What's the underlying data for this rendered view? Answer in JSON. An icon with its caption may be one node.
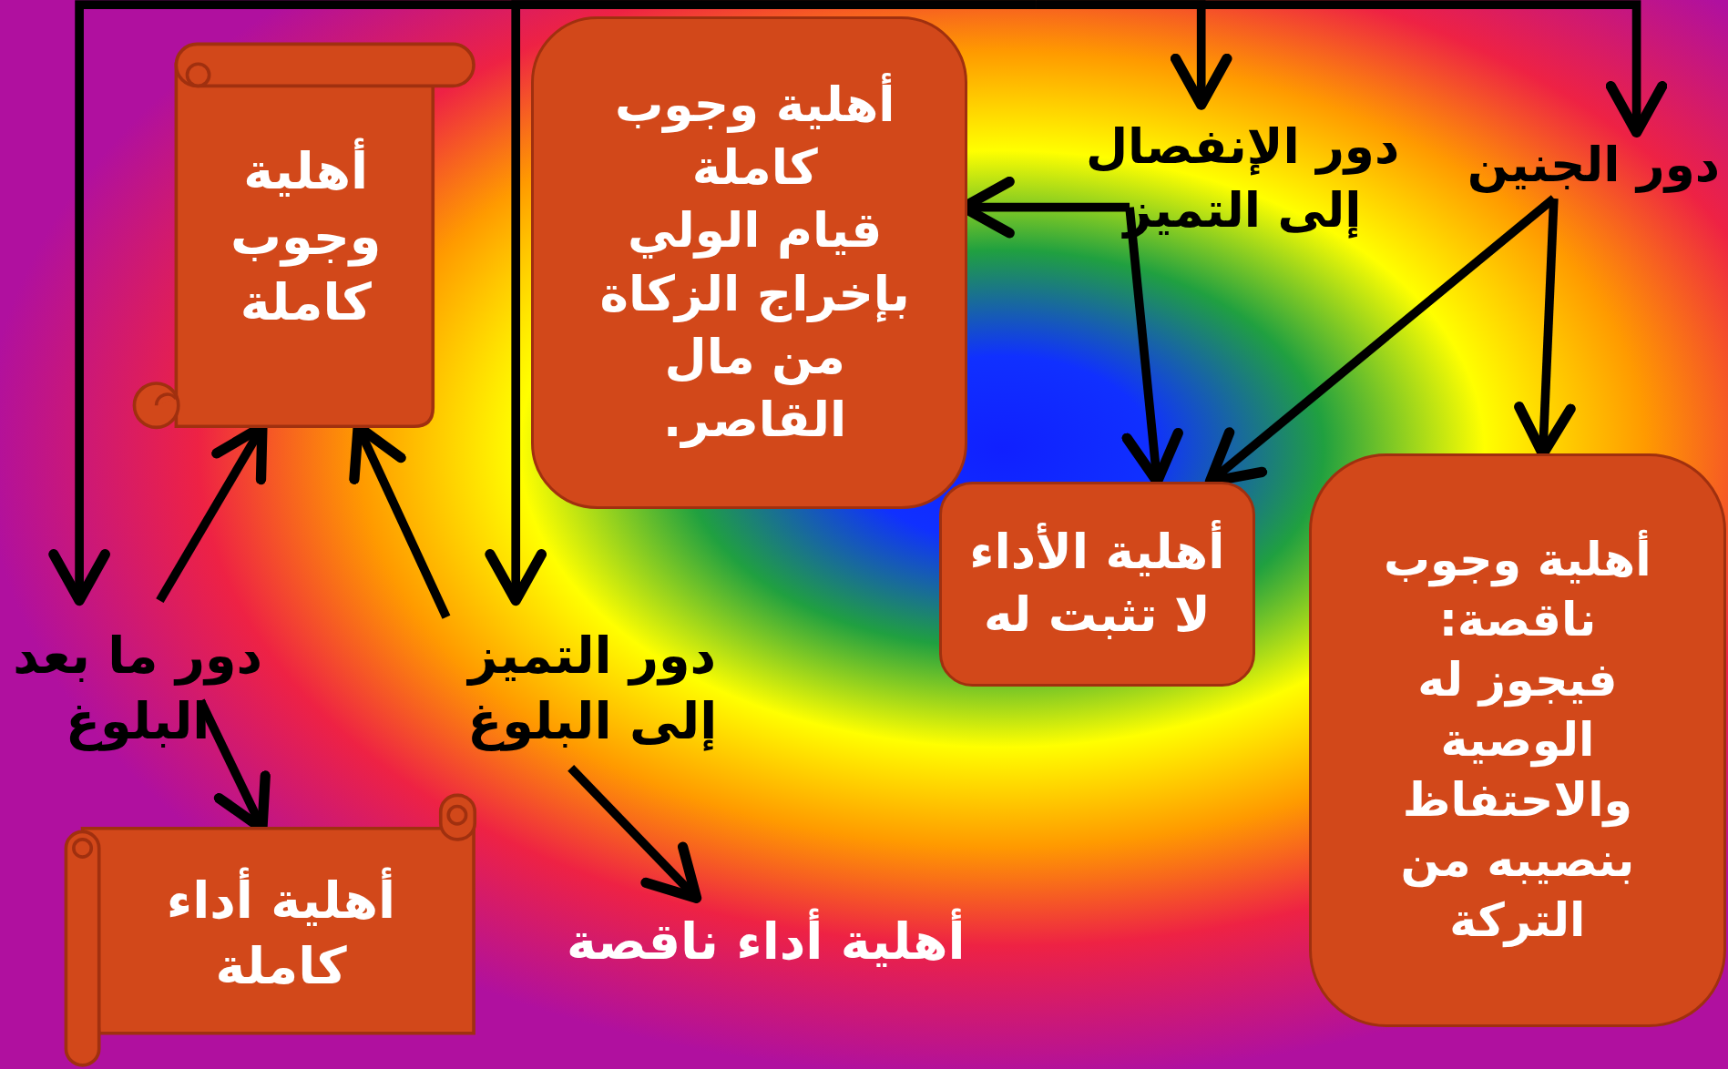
{
  "diagram": {
    "nodes": [
      {
        "text": [
          "أهلية وجوب كاملة"
        ]
      },
      {
        "text": [
          "أهلية وجوب كاملة",
          "قيام الولي بإخراج الزكاة من مال القاصر."
        ]
      },
      {
        "text": [
          "دور الإنفصال إلى التميز"
        ]
      },
      {
        "text": [
          "دور الجنين"
        ]
      },
      {
        "text": [
          "أهلية الأداء لا تثبت له"
        ]
      },
      {
        "text": [
          "أهلية وجوب ناقصة: فيجوز له الوصية والاحتفاظ بنصيبه من التركة"
        ]
      },
      {
        "text": [
          "دور ما بعد البلوغ"
        ]
      },
      {
        "text": [
          "دور التميز إلى البلوغ"
        ]
      },
      {
        "text": [
          "أهلية أداء كاملة"
        ]
      },
      {
        "text": [
          "أهلية أداء ناقصة"
        ]
      }
    ],
    "edges": [
      {
        "from": null,
        "to": 6,
        "arrow": "to"
      },
      {
        "from": null,
        "to": 7,
        "arrow": "to"
      },
      {
        "from": null,
        "to": 2,
        "arrow": "to"
      },
      {
        "from": null,
        "to": 3,
        "arrow": "to"
      },
      {
        "from": 6,
        "to": 0,
        "arrow": "to"
      },
      {
        "from": 7,
        "to": 0,
        "arrow": "to"
      },
      {
        "from": 6,
        "to": 8,
        "arrow": "to"
      },
      {
        "from": 7,
        "to": 9,
        "arrow": "to"
      },
      {
        "from": 2,
        "to": 1,
        "arrow": "to"
      },
      {
        "from": 2,
        "to": 4,
        "arrow": "to"
      },
      {
        "from": 3,
        "to": 4,
        "arrow": "to"
      },
      {
        "from": 3,
        "to": 5,
        "arrow": "to"
      }
    ]
  }
}
